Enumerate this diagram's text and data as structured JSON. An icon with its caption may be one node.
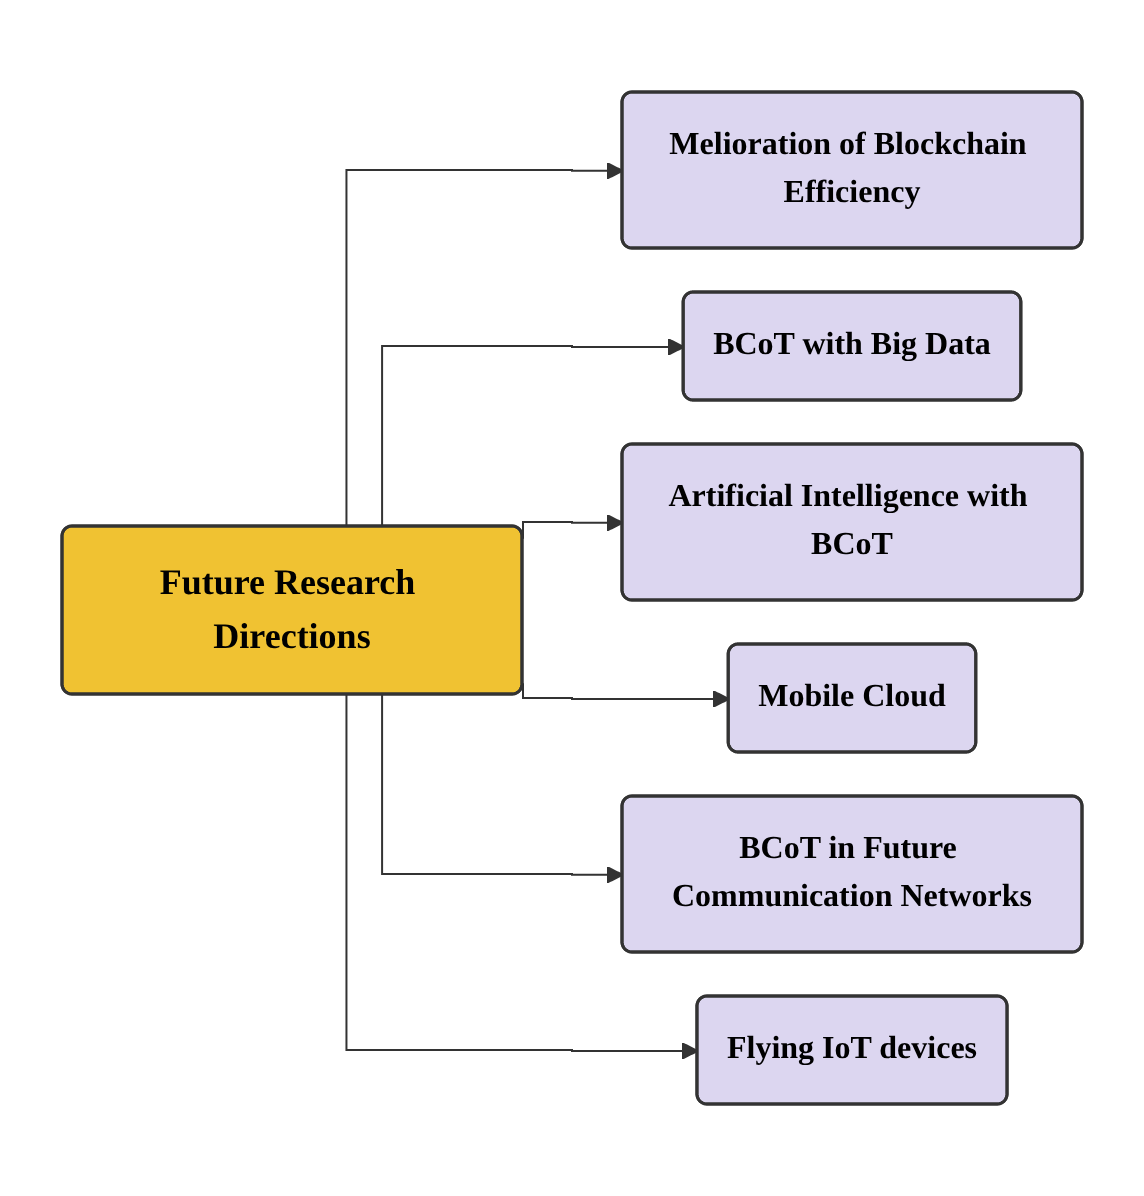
{
  "diagram": {
    "nodes": [
      {
        "text": [
          "Future Research Directions"
        ]
      },
      {
        "text": [
          "Melioration of Blockchain Efficiency"
        ]
      },
      {
        "text": [
          "BCoT with Big Data"
        ]
      },
      {
        "text": [
          "Artificial Intelligence with BCoT"
        ]
      },
      {
        "text": [
          "Mobile Cloud"
        ]
      },
      {
        "text": [
          "BCoT in Future Communication Networks"
        ]
      },
      {
        "text": [
          "Flying IoT devices"
        ]
      }
    ],
    "edges": [
      {
        "from": 0,
        "to": 1,
        "arrow": "to"
      },
      {
        "from": 0,
        "to": 2,
        "arrow": "to"
      },
      {
        "from": 0,
        "to": 3,
        "arrow": "to"
      },
      {
        "from": 0,
        "to": 4,
        "arrow": "to"
      },
      {
        "from": 0,
        "to": 5,
        "arrow": "to"
      },
      {
        "from": 0,
        "to": 6,
        "arrow": "to"
      }
    ]
  }
}
